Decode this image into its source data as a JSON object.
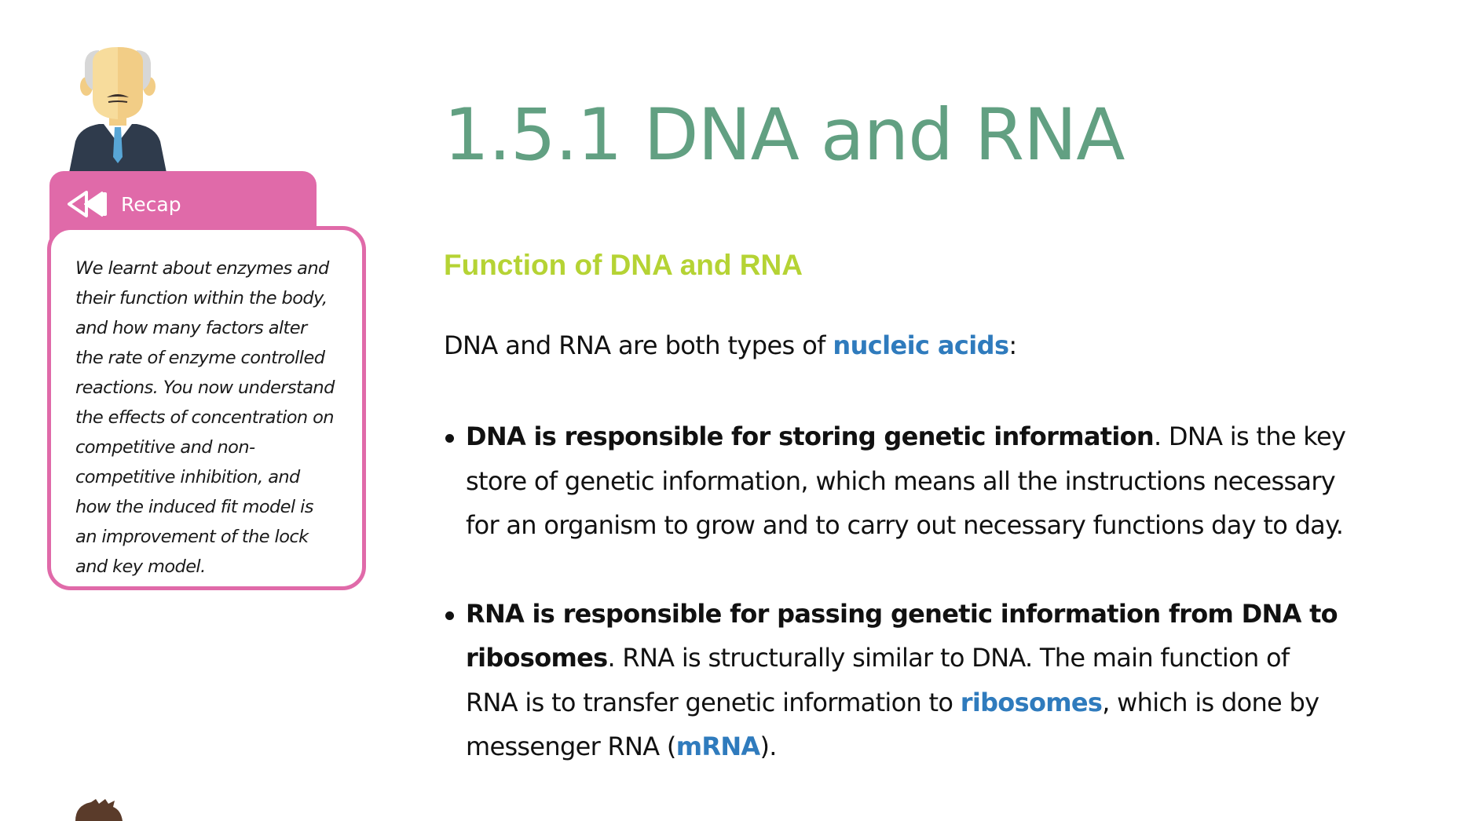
{
  "sidebar": {
    "recap_label": "Recap",
    "recap_text": "We learnt about enzymes and their function within the body, and how many factors alter the rate of enzyme controlled reactions. You now understand the effects of concentration on competitive and non-competitive inhibition, and how the induced fit model is an improvement of the lock and key model.",
    "recap_color": "#e06aa9",
    "icons": [
      "professor-avatar",
      "rewind-icon",
      "student-avatar"
    ]
  },
  "main": {
    "title": "1.5.1 DNA and RNA",
    "title_color": "#62a082",
    "section_heading": "Function of DNA and RNA",
    "section_heading_color": "#b5d334",
    "intro": {
      "before": "DNA and RNA are both types of ",
      "link": "nucleic acids",
      "after": ":"
    },
    "link_color": "#2f7bbd",
    "bullets": [
      {
        "bold": "DNA is responsible for storing genetic information",
        "text": ". DNA is the key store of genetic information, which means all the instructions necessary for an organism to grow and to carry out necessary functions day to day."
      },
      {
        "bold": "RNA is responsible for passing genetic information from DNA to ribosomes",
        "text_1": ". RNA is structurally similar to DNA. The main function of RNA is to transfer genetic information to ",
        "link_1": "ribosomes",
        "text_2": ", which is done by messenger RNA (",
        "link_2": "mRNA",
        "text_3": ")."
      }
    ]
  }
}
